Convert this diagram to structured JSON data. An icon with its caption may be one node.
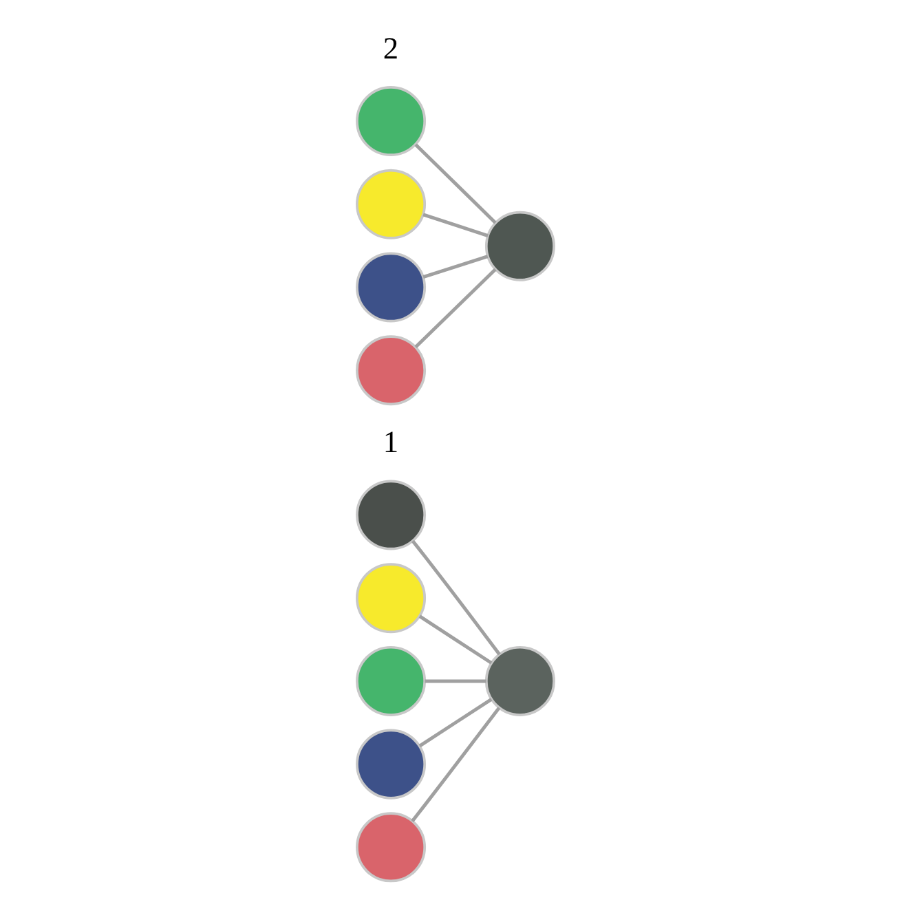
{
  "diagram": {
    "nodes": [
      {
        "text": [],
        "shape": "circle"
      },
      {
        "text": [],
        "shape": "circle"
      },
      {
        "text": [],
        "shape": "circle"
      },
      {
        "text": [],
        "shape": "circle"
      },
      {
        "text": [],
        "shape": "circle"
      },
      {
        "text": [],
        "shape": "circle"
      },
      {
        "text": [],
        "shape": "circle"
      },
      {
        "text": [],
        "shape": "circle"
      },
      {
        "text": [],
        "shape": "circle"
      },
      {
        "text": [],
        "shape": "circle"
      },
      {
        "text": [],
        "shape": "circle"
      }
    ],
    "edges": [
      {
        "from": 0,
        "to": 5,
        "arrow": "none"
      },
      {
        "from": 1,
        "to": 5,
        "arrow": "none"
      },
      {
        "from": 2,
        "to": 5,
        "arrow": "none"
      },
      {
        "from": 3,
        "to": 5,
        "arrow": "none"
      },
      {
        "from": 4,
        "to": 5,
        "arrow": "none"
      },
      {
        "from": 6,
        "to": 10,
        "arrow": "none"
      },
      {
        "from": 7,
        "to": 10,
        "arrow": "none"
      },
      {
        "from": 8,
        "to": 10,
        "arrow": "none"
      },
      {
        "from": 9,
        "to": 10,
        "arrow": "none"
      }
    ],
    "labels": [
      "1",
      "2"
    ]
  }
}
